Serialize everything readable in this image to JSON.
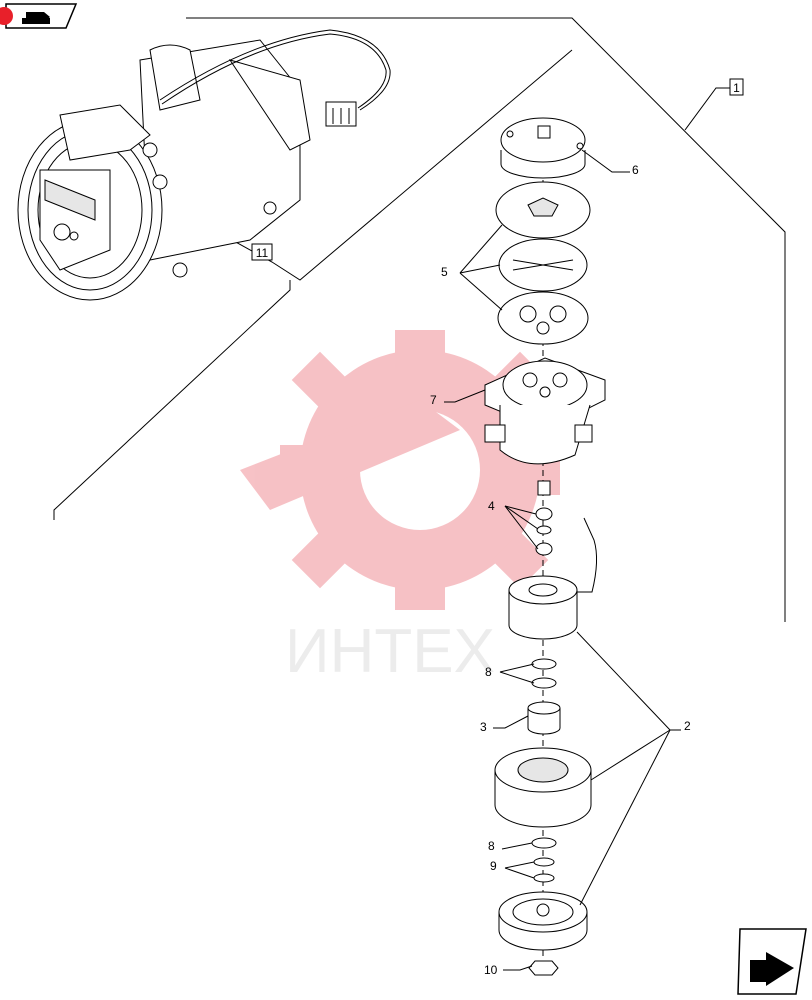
{
  "watermark": {
    "text": "ИНТЕХ",
    "color": "#e8505b"
  },
  "book_icon": "book-arrow-icon",
  "nav_icon": "next-page-arrow-icon",
  "accent": "#e8202a",
  "frame_labels": [
    "1",
    "11"
  ],
  "callouts": {
    "c1": "1",
    "c2": "2",
    "c3": "3",
    "c4": "4",
    "c5": "5",
    "c6": "6",
    "c7": "7",
    "c8a": "8",
    "c8b": "8",
    "c9": "9",
    "c10": "10",
    "c11": "11"
  }
}
